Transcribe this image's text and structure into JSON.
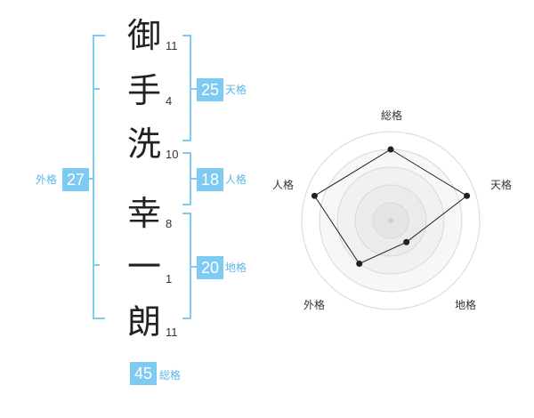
{
  "name": {
    "characters": [
      {
        "char": "御",
        "strokes": "11"
      },
      {
        "char": "手",
        "strokes": "4"
      },
      {
        "char": "洗",
        "strokes": "10"
      },
      {
        "char": "幸",
        "strokes": "8"
      },
      {
        "char": "一",
        "strokes": "1"
      },
      {
        "char": "朗",
        "strokes": "11"
      }
    ]
  },
  "fortune": {
    "tenkaku": {
      "value": "25",
      "label": "天格"
    },
    "jinkaku": {
      "value": "18",
      "label": "人格"
    },
    "chikaku": {
      "value": "20",
      "label": "地格"
    },
    "gaikaku": {
      "value": "27",
      "label": "外格"
    },
    "soukaku": {
      "value": "45",
      "label": "総格"
    }
  },
  "radar": {
    "labels": {
      "top": "総格",
      "right": "天格",
      "bottom_right": "地格",
      "bottom_left": "外格",
      "left": "人格"
    },
    "max": 5,
    "values": {
      "soukaku": 4,
      "tenkaku": 4.5,
      "chikaku": 1.5,
      "gaikaku": 3,
      "jinkaku": 4.5
    }
  },
  "colors": {
    "accent": "#7dcbf2",
    "accent_text": "#5bb6e6"
  }
}
